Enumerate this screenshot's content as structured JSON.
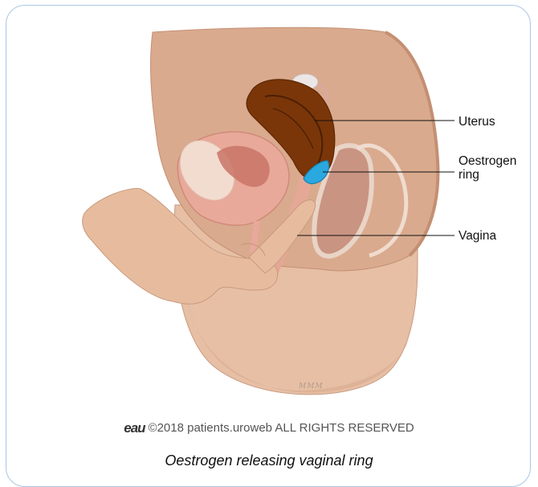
{
  "labels": {
    "uterus": "Uterus",
    "ring_line1": "Oestrogen",
    "ring_line2": "ring",
    "vagina": "Vagina"
  },
  "artist_signature": "MMM",
  "logo_text": "eau",
  "copyright": "©2018 patients.uroweb ALL RIGHTS RESERVED",
  "caption": "Oestrogen releasing vaginal ring",
  "colors": {
    "card_border": "#a9c7e3",
    "skin": "#e9c1a6",
    "uterus": "#7a3608",
    "ring": "#2aa8e0"
  }
}
